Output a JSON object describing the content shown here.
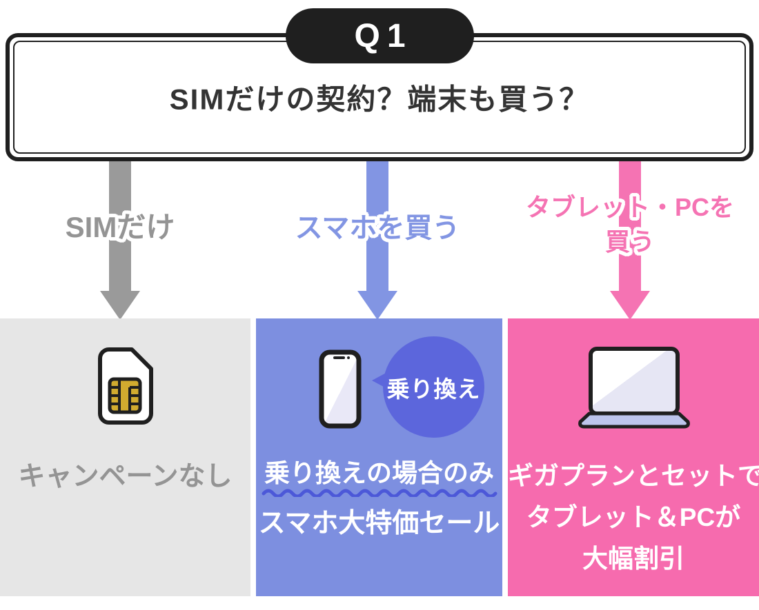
{
  "question": {
    "badge_label": "Q1",
    "title": "SIMだけの契約？端末も買う？"
  },
  "branch_sim_only": {
    "arrow_label": "SIMだけ",
    "icon": "sim-card-icon",
    "result": "キャンペーンなし"
  },
  "branch_smartphone": {
    "arrow_label": "スマホを買う",
    "icon": "smartphone-icon",
    "bubble_label": "乗り換え",
    "result_line1": "乗り換えの場合のみ",
    "result_line2": "スマホ大特価セール"
  },
  "branch_tablet_pc": {
    "arrow_label_line1": "タブレット・PCを",
    "arrow_label_line2": "買う",
    "icon": "laptop-icon",
    "result_line1": "ギガプランとセットで",
    "result_line2": "タブレット＆PCが",
    "result_line3": "大幅割引"
  },
  "colors": {
    "outline_black": "#1f1f1f",
    "title_text": "#333333",
    "gray_arrow": "#949494",
    "gray_card": "#e6e6e6",
    "blue_arrow": "#8295e3",
    "blue_card": "#7d8fe0",
    "blue_bubble": "#5c66dc",
    "wave_underline": "#4c58d8",
    "pink_arrow": "#f573b3",
    "pink_card": "#f66bae",
    "sim_chip_gold": "#d1ab2f",
    "laptop_base": "#bdc5ec"
  }
}
